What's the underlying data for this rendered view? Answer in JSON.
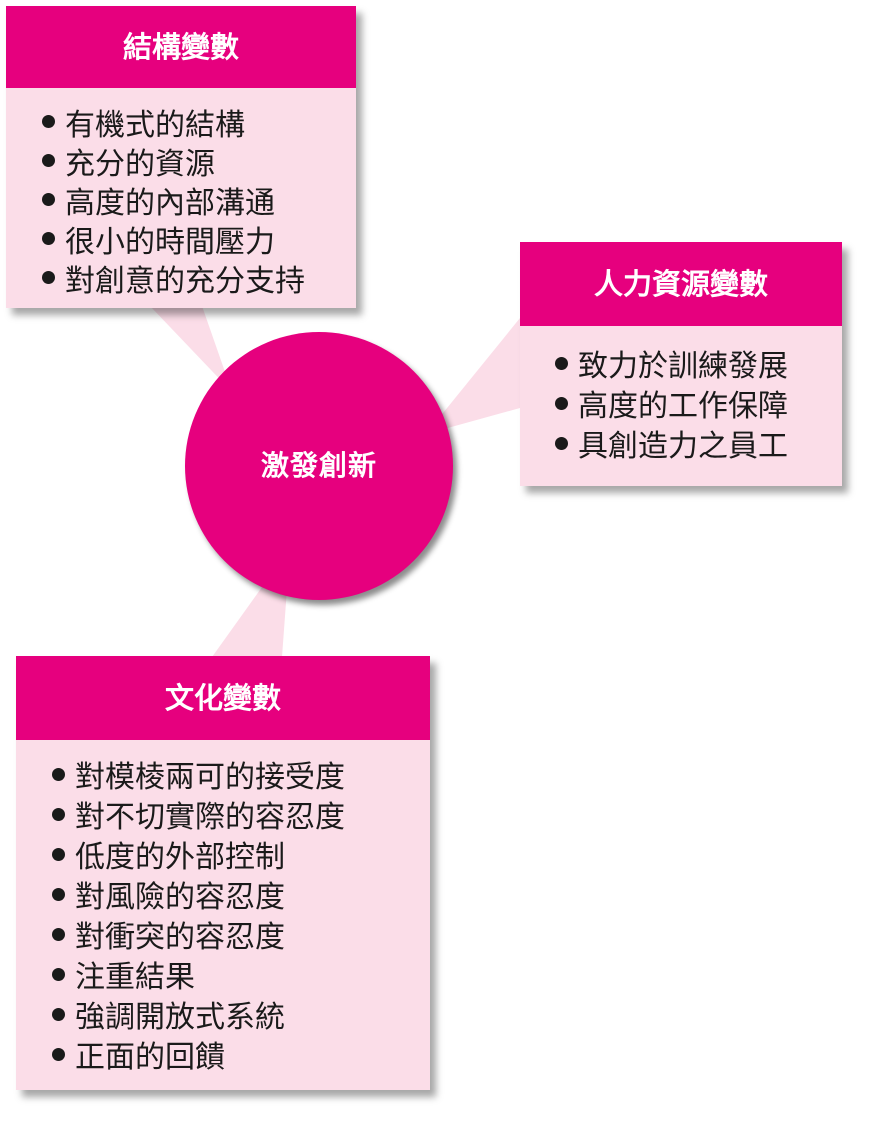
{
  "center": {
    "label": "激發創新"
  },
  "structural": {
    "title": "結構變數",
    "items": [
      "有機式的結構",
      "充分的資源",
      "高度的內部溝通",
      "很小的時間壓力",
      "對創意的充分支持"
    ]
  },
  "human": {
    "title": "人力資源變數",
    "items": [
      "致力於訓練發展",
      "高度的工作保障",
      "具創造力之員工"
    ]
  },
  "cultural": {
    "title": "文化變數",
    "items": [
      "對模棱兩可的接受度",
      "對不切實際的容忍度",
      "低度的外部控制",
      "對風險的容忍度",
      "對衝突的容忍度",
      "注重結果",
      "強調開放式系統",
      "正面的回饋"
    ]
  },
  "colors": {
    "accent": "#e6007e",
    "box_fill": "#fbdde8",
    "text": "#1a1a1a"
  }
}
